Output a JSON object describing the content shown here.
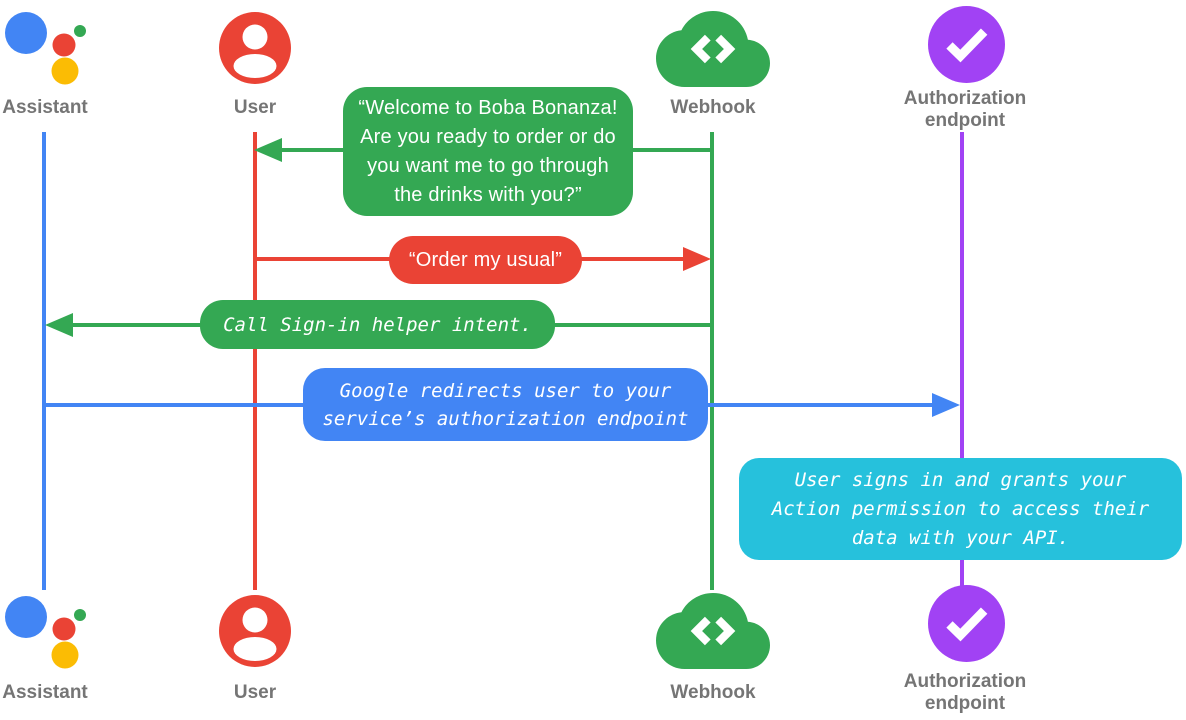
{
  "diagram_type": "sequence-diagram",
  "colors": {
    "assistant_blue": "#4285F4",
    "user_red": "#EA4335",
    "webhook_green": "#34A853",
    "assistant_yellow": "#FBBC04",
    "auth_purple": "#A142F4",
    "note_cyan": "#26C1DC",
    "label_gray": "#757575",
    "bubble_text": "#FFFFFF"
  },
  "actors": {
    "assistant": {
      "label": "Assistant"
    },
    "user": {
      "label": "User"
    },
    "webhook": {
      "label": "Webhook"
    },
    "authorization_endpoint": {
      "label": "Authorization endpoint",
      "label_lines": [
        "Authorization",
        "endpoint"
      ]
    }
  },
  "messages": [
    {
      "from": "Webhook",
      "to": "User",
      "color": "#34A853",
      "text": "“Welcome to Boba Bonanza! Are you ready to order or do you want me to go through the drinks with you?”",
      "lines": [
        "“Welcome to Boba Bonanza!",
        "Are you ready to order or do",
        "you want me to go through",
        "the drinks with you?”"
      ]
    },
    {
      "from": "User",
      "to": "Webhook",
      "color": "#EA4335",
      "text": "“Order my usual”"
    },
    {
      "from": "Webhook",
      "to": "Assistant",
      "color": "#34A853",
      "text": "Call Sign-in helper intent."
    },
    {
      "from": "Assistant",
      "to": "Authorization endpoint",
      "color": "#4285F4",
      "text": "Google redirects user to your service’s authorization endpoint",
      "lines": [
        "Google redirects user to your",
        "service’s authorization endpoint"
      ]
    },
    {
      "note_at": "Authorization endpoint",
      "color": "#26C1DC",
      "text": "User signs in and grants your Action permission to access their data with your API.",
      "lines": [
        "User signs in and grants your",
        "Action permission to access their",
        "data with your API."
      ]
    }
  ]
}
